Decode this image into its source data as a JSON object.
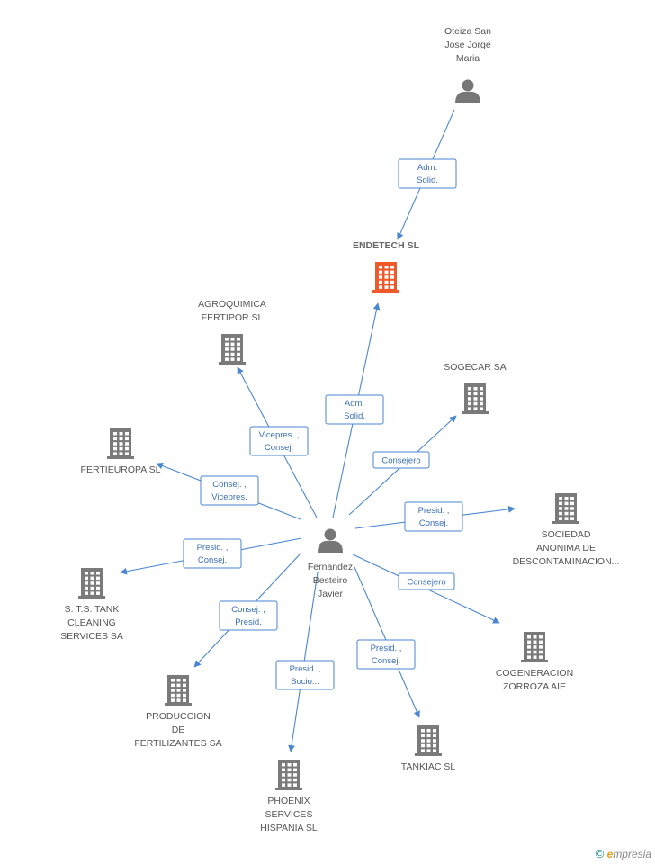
{
  "colors": {
    "edge": "#4a86cf",
    "company": "#7a7a7a",
    "main_company": "#f05a2a",
    "person": "#777777"
  },
  "nodes": [
    {
      "id": "oteiza",
      "kind": "person",
      "lines": [
        "Oteiza San",
        "Jose Jorge",
        "Maria"
      ]
    },
    {
      "id": "endetech",
      "kind": "company-main",
      "lines": [
        "ENDETECH SL"
      ]
    },
    {
      "id": "fernandez",
      "kind": "person",
      "lines": [
        "Fernandez",
        "Besteiro",
        "Javier"
      ]
    },
    {
      "id": "agroquimica",
      "kind": "company",
      "lines": [
        "AGROQUIMICA",
        "FERTIPOR SL"
      ]
    },
    {
      "id": "sogecar",
      "kind": "company",
      "lines": [
        "SOGECAR SA"
      ]
    },
    {
      "id": "fertieuropa",
      "kind": "company",
      "lines": [
        "FERTIEUROPA SL"
      ]
    },
    {
      "id": "sociedad",
      "kind": "company",
      "lines": [
        "SOCIEDAD",
        "ANONIMA DE",
        "DESCONTAMINACION..."
      ]
    },
    {
      "id": "sts",
      "kind": "company",
      "lines": [
        "S. T.S. TANK",
        "CLEANING",
        "SERVICES SA"
      ]
    },
    {
      "id": "cogeneracion",
      "kind": "company",
      "lines": [
        "COGENERACION",
        "ZORROZA AIE"
      ]
    },
    {
      "id": "produccion",
      "kind": "company",
      "lines": [
        "PRODUCCION",
        "DE",
        "FERTILIZANTES SA"
      ]
    },
    {
      "id": "tankiac",
      "kind": "company",
      "lines": [
        "TANKIAC SL"
      ]
    },
    {
      "id": "phoenix",
      "kind": "company",
      "lines": [
        "PHOENIX",
        "SERVICES",
        "HISPANIA SL"
      ]
    }
  ],
  "edges": [
    {
      "from": "oteiza",
      "to": "endetech",
      "label": [
        "Adm.",
        "Solid."
      ]
    },
    {
      "from": "fernandez",
      "to": "endetech",
      "label": [
        "Adm.",
        "Solid."
      ]
    },
    {
      "from": "fernandez",
      "to": "agroquimica",
      "label": [
        "Vicepres. ,",
        "Consej."
      ]
    },
    {
      "from": "fernandez",
      "to": "sogecar",
      "label": [
        "Consejero"
      ]
    },
    {
      "from": "fernandez",
      "to": "fertieuropa",
      "label": [
        "Consej. ,",
        "Vicepres."
      ]
    },
    {
      "from": "fernandez",
      "to": "sociedad",
      "label": [
        "Presid. ,",
        "Consej."
      ]
    },
    {
      "from": "fernandez",
      "to": "sts",
      "label": [
        "Presid. ,",
        "Consej."
      ]
    },
    {
      "from": "fernandez",
      "to": "cogeneracion",
      "label": [
        "Consejero"
      ]
    },
    {
      "from": "fernandez",
      "to": "produccion",
      "label": [
        "Consej. ,",
        "Presid."
      ]
    },
    {
      "from": "fernandez",
      "to": "tankiac",
      "label": [
        "Presid. ,",
        "Consej."
      ]
    },
    {
      "from": "fernandez",
      "to": "phoenix",
      "label": [
        "Presid. ,",
        "Socio..."
      ]
    }
  ],
  "footer": {
    "copyright": "©",
    "brand_first": "e",
    "brand_rest": "mpresia"
  }
}
